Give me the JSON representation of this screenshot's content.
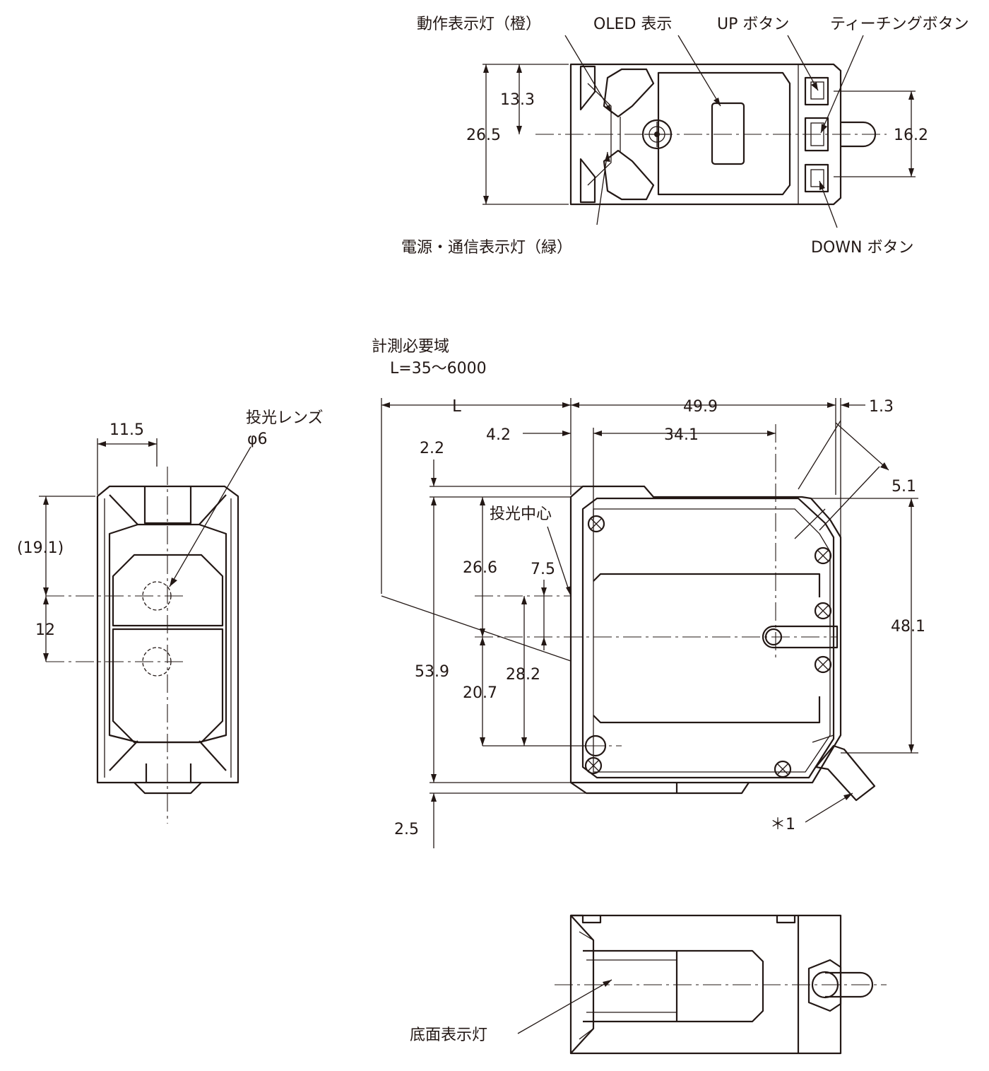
{
  "top_view": {
    "labels": {
      "operation_led": "動作表示灯（橙）",
      "oled": "OLED 表示",
      "up_button": "UP ボタン",
      "teaching_button": "ティーチングボタン",
      "power_led": "電源・通信表示灯（緑）",
      "down_button": "DOWN ボタン"
    },
    "dims": {
      "d13_3": "13.3",
      "d26_5": "26.5",
      "d16_2": "16.2"
    }
  },
  "side_view": {
    "labels": {
      "lens": "投光レンズ",
      "lens_dia": "φ6"
    },
    "dims": {
      "d11_5": "11.5",
      "d19_1": "(19.1)",
      "d12": "12"
    }
  },
  "front_view": {
    "labels": {
      "range_title": "計測必要域",
      "range_value": "L=35～6000",
      "emit_center": "投光中心",
      "note1": "＊1"
    },
    "dims": {
      "L": "L",
      "d49_9": "49.9",
      "d1_3": "1.3",
      "d4_2": "4.2",
      "d34_1": "34.1",
      "d5_1": "5.1",
      "d2_2": "2.2",
      "d26_6": "26.6",
      "d7_5": "7.5",
      "d48_1": "48.1",
      "d53_9": "53.9",
      "d28_2": "28.2",
      "d20_7": "20.7",
      "d2_5": "2.5"
    }
  },
  "bottom_view": {
    "labels": {
      "bottom_led": "底面表示灯"
    }
  }
}
